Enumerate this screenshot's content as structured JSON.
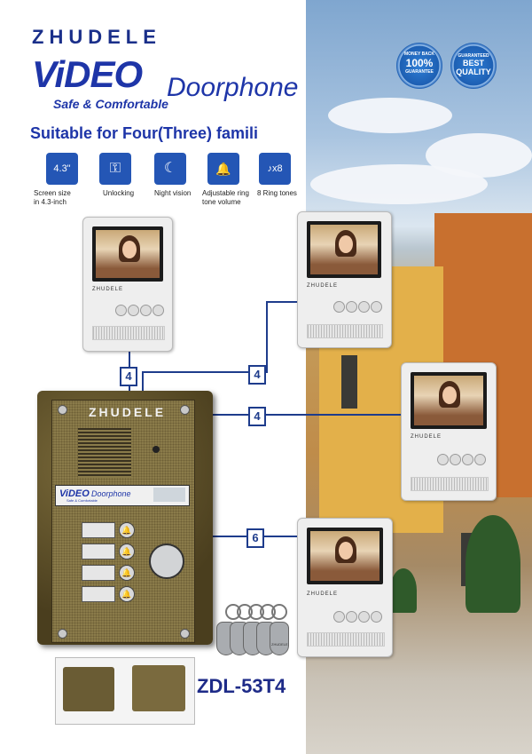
{
  "header": {
    "brand": "ZHUDELE",
    "title_video": "ViDEO",
    "title_doorphone": "Doorphone",
    "tagline": "Safe & Comfortable",
    "headline": "Suitable for Four(Three)  famili"
  },
  "seals": [
    {
      "top": "MONEY BACK",
      "main": "100%",
      "bottom": "GUARANTEE"
    },
    {
      "top": "GUARANTEED",
      "main": "BEST QUALITY",
      "bottom": ""
    }
  ],
  "features": [
    {
      "icon": "screen-size-icon",
      "glyph": "4.3\"",
      "label_line1": "Screen size",
      "label_line2": "in 4.3-inch"
    },
    {
      "icon": "unlock-icon",
      "glyph": "⚿",
      "label_line1": "Unlocking",
      "label_line2": ""
    },
    {
      "icon": "night-vision-icon",
      "glyph": "☾",
      "label_line1": "Night vision",
      "label_line2": ""
    },
    {
      "icon": "ring-volume-icon",
      "glyph": "🔔",
      "label_line1": "Adjustable ring",
      "label_line2": "tone volume"
    },
    {
      "icon": "ring-tones-icon",
      "glyph": "♪x8",
      "label_line1": "8 Ring tones",
      "label_line2": ""
    }
  ],
  "monitor_brand": "ZHUDELE",
  "connectors": {
    "wire_top": "4",
    "wire_top_right": "4",
    "wire_middle": "4",
    "wire_bottom": "6"
  },
  "panel": {
    "brand": "ZHUDELE",
    "logo_video": "ViDEO",
    "logo_doorphone": "Doorphone",
    "logo_sub": "Safe & Comfortable"
  },
  "rfid_tags": [
    "",
    "",
    "",
    "",
    "ZHUDELE"
  ],
  "model": "ZDL-53T4",
  "colors": {
    "brand_blue": "#1e35a8",
    "connector_blue": "#1e3c8c",
    "panel_bronze": "#8a7b4a"
  }
}
